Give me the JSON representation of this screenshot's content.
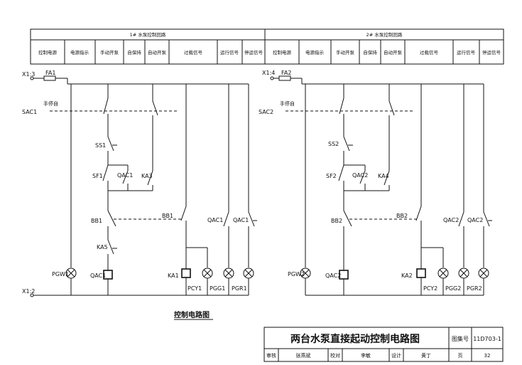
{
  "header": {
    "group1_title": "1# 水泵控制回路",
    "group2_title": "2# 水泵控制回路",
    "group1_cols": [
      "控制电源",
      "电源指示",
      "手动开泵",
      "自保持",
      "自动开泵",
      "过载信号",
      "运行信号",
      "停运信号"
    ],
    "group2_cols": [
      "控制电源",
      "电源指示",
      "手动开泵",
      "自保持",
      "自动开泵",
      "过载信号",
      "运行信号",
      "停运信号"
    ]
  },
  "labels": {
    "x1_3": "X1:3",
    "x1_4": "X1:4",
    "x1_2": "X1:2",
    "fa1": "FA1",
    "fa2": "FA2",
    "sac1": "SAC1",
    "sac2": "SAC2",
    "manual_auto": "手停自",
    "ss1": "SS1",
    "ss2": "SS2",
    "sf1": "SF1",
    "sf2": "SF2",
    "qac1": "QAC1",
    "qac2": "QAC2",
    "ka3": "KA3",
    "ka4": "KA4",
    "bb1": "BB1",
    "bb2": "BB2",
    "ka5": "KA5",
    "pgw1": "PGW1",
    "pgw2": "PGW2",
    "ka1": "KA1",
    "ka2": "KA2",
    "pcy1": "PCY1",
    "pcy2": "PCY2",
    "pgg1": "PGG1",
    "pgg2": "PGG2",
    "pgr1": "PGR1",
    "pgr2": "PGR2",
    "caption": "控制电路图"
  },
  "title_block": {
    "title": "两台水泵直接起动控制电路图",
    "atlas_label": "图集号",
    "atlas_no": "11D703-1",
    "review_label": "审核",
    "review_name": "张燕斌",
    "check_label": "校对",
    "check_name": "李敏",
    "design_label": "设计",
    "design_name": "黄丁",
    "page_label": "页",
    "page_no": "32"
  }
}
